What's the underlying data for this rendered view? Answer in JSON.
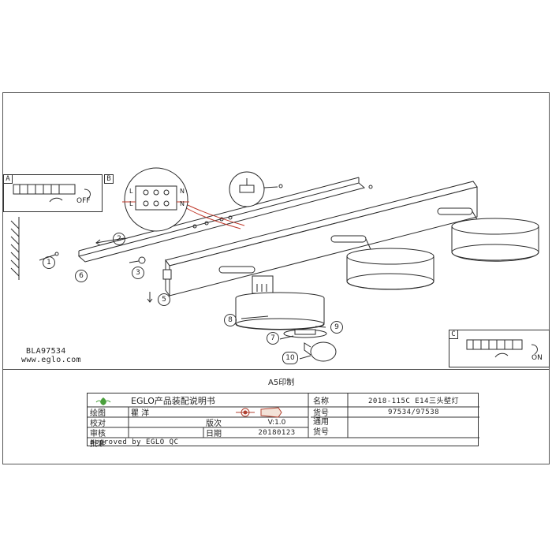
{
  "callouts": {
    "box_a": "A",
    "box_b": "B",
    "box_c": "C"
  },
  "switch_off_label": "OFF",
  "switch_on_label": "ON",
  "terminal_labels": [
    "L",
    "N",
    "L",
    "N"
  ],
  "steps": [
    "1",
    "2",
    "3",
    "5",
    "6",
    "7",
    "8",
    "9",
    "10"
  ],
  "model_code": "BLA97534",
  "website": "www.eglo.com",
  "print_size": "A5印制",
  "title_block": {
    "brand_title": "EGLO产品装配说明书",
    "rows": [
      {
        "label": "绘图",
        "value": "瞿  洋"
      },
      {
        "label": "校对",
        "value": ""
      },
      {
        "label": "审核",
        "value": ""
      },
      {
        "label": "批准",
        "value": ""
      }
    ],
    "version_label": "版次",
    "version_value": "V:1.0",
    "date_label": "日期",
    "date_value": "20180123",
    "name_label": "名称",
    "name_value": "2018-115C E14三头壁灯",
    "item_label": "货号",
    "item_value": "97534/97538",
    "general_label": "通用货号",
    "approved": "approved by EGLO QC"
  },
  "colors": {
    "line": "#2a2a2a",
    "wire_red": "#c0392b",
    "logo_green": "#4aa03c"
  }
}
